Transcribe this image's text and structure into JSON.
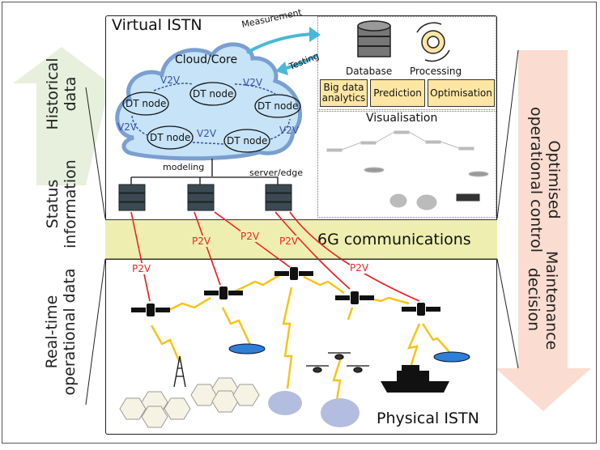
{
  "left_arrow": {
    "color": "#e6f0dc",
    "labels": [
      "Historical\ndata",
      "Status\ninformation",
      "Real-time\noperational data"
    ],
    "historical": [
      "Historical",
      "data"
    ],
    "status": [
      "Status",
      "information"
    ],
    "realtime": [
      "Real-time",
      "operational data"
    ]
  },
  "right_arrow": {
    "color": "#fbdcd0",
    "optimised": [
      "Optimised",
      "operational control"
    ],
    "maintenance": [
      "Maintenance",
      "decision"
    ]
  },
  "virtual": {
    "title": "Virtual ISTN",
    "cloud_label": "Cloud/Core",
    "dt_node_label": "DT node",
    "v2v_label": "V2V",
    "modeling_label": "modeling",
    "server_label": "server/edge",
    "measurement_label": "Measurement",
    "testing_label": "Testing"
  },
  "services": {
    "database_label": "Database",
    "processing_label": "Processing",
    "boxes": [
      "Big data analytics",
      "Prediction",
      "Optimisation"
    ],
    "box1_line1": "Big data",
    "box1_line2": "analytics",
    "visualisation_label": "Visualisation"
  },
  "band": {
    "label": "6G communications",
    "p2v_label": "P2V"
  },
  "physical": {
    "title": "Physical ISTN"
  },
  "colors": {
    "cloud_fill": "#c6e3f7",
    "cloud_stroke": "#7a9fd0",
    "link_red": "#e8282a",
    "v2v_blue": "#3b4fa8",
    "lightning": "#f5c518",
    "band": "#eeeeb0",
    "box_yellow": "#fde6a3"
  }
}
